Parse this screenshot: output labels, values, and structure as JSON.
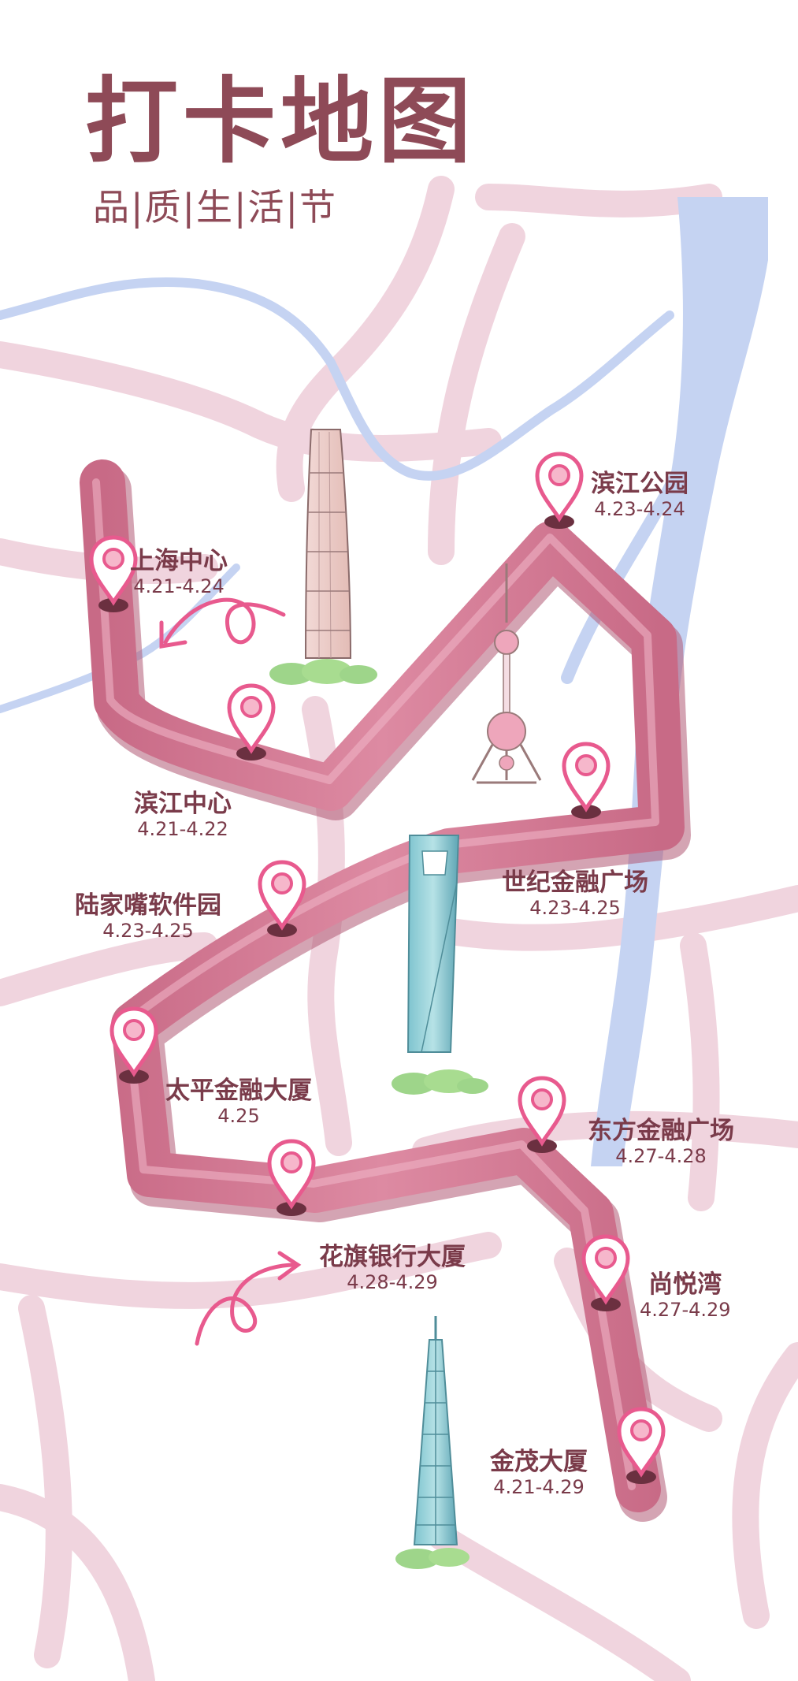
{
  "title": "打卡地图",
  "subtitle": "品|质|生|活|节",
  "colors": {
    "title": "#8e4a57",
    "label": "#7a3b4a",
    "route": "#d47a94",
    "route_shadow": "#b05a75",
    "road": "#f0d4de",
    "river": "#c5d3f2",
    "pin": "#e85a8e"
  },
  "locations": [
    {
      "name": "上海中心",
      "dates": "4.21-4.24"
    },
    {
      "name": "滨江中心",
      "dates": "4.21-4.22"
    },
    {
      "name": "滨江公园",
      "dates": "4.23-4.24"
    },
    {
      "name": "世纪金融广场",
      "dates": "4.23-4.25"
    },
    {
      "name": "陆家嘴软件园",
      "dates": "4.23-4.25"
    },
    {
      "name": "太平金融大厦",
      "dates": "4.25"
    },
    {
      "name": "东方金融广场",
      "dates": "4.27-4.28"
    },
    {
      "name": "花旗银行大厦",
      "dates": "4.28-4.29"
    },
    {
      "name": "尚悦湾",
      "dates": "4.27-4.29"
    },
    {
      "name": "金茂大厦",
      "dates": "4.21-4.29"
    }
  ],
  "icons": [
    "map-pin-icon",
    "curly-arrow-icon",
    "shanghai-tower-icon",
    "oriental-pearl-tower-icon",
    "world-financial-center-icon",
    "jinmao-tower-icon"
  ]
}
